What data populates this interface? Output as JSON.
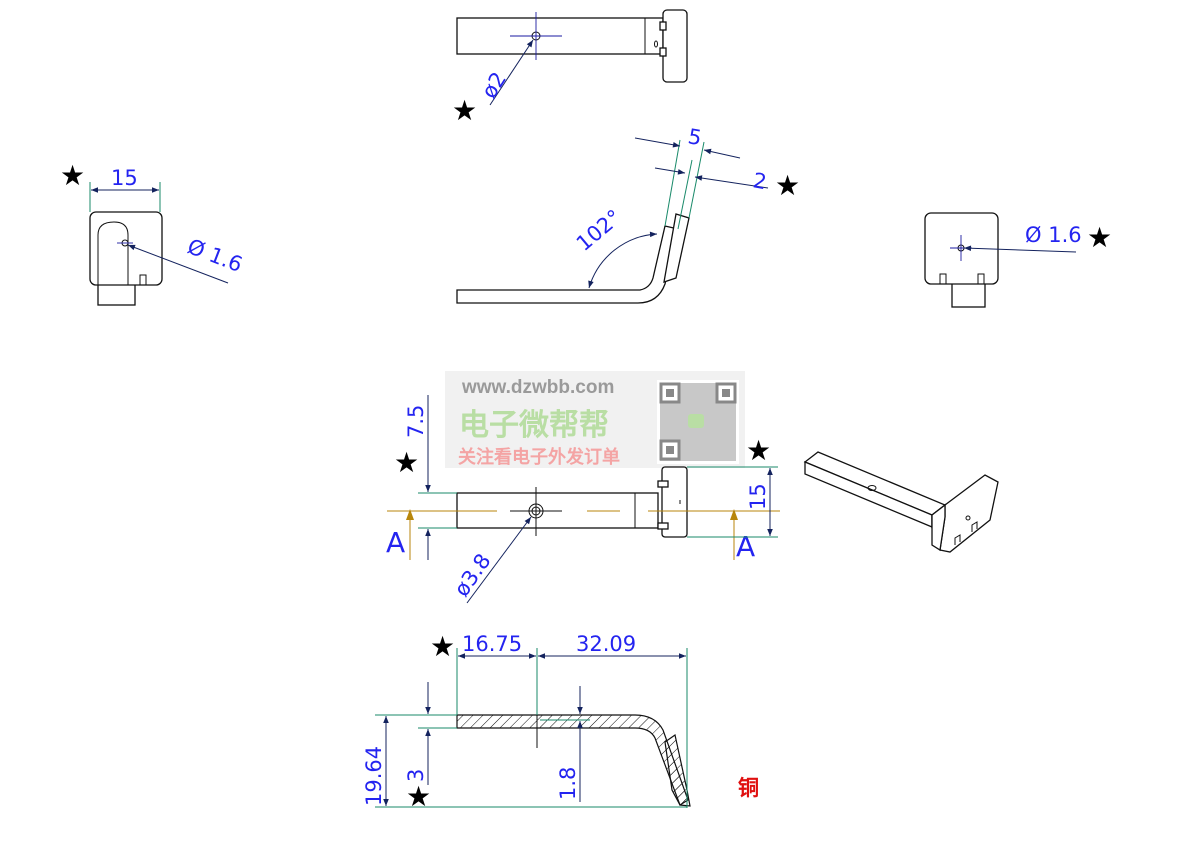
{
  "colors": {
    "dimension_text": "#2424f0",
    "dimension_line": "#14235e",
    "extension_line": "#1a8a6a",
    "centerline": "#b8860b",
    "material": "#e01010"
  },
  "top_view": {
    "hole_dim": "ø2"
  },
  "bend_view": {
    "dim_5": "5",
    "dim_2": "2",
    "angle": "102°"
  },
  "left_view": {
    "width_dim": "15",
    "hole_dim": "Ø 1.6"
  },
  "right_view": {
    "hole_dim": "Ø 1.6"
  },
  "watermark": {
    "url": "www.dzwbb.com",
    "brand": "电子微帮帮",
    "slogan": "关注看电子外发订单"
  },
  "front_view": {
    "dim_7_5": "7.5",
    "dim_15": "15",
    "hole_dim": "ø3.8",
    "section_label_left": "A",
    "section_label_right": "A"
  },
  "section_view": {
    "dim_16_75": "16.75",
    "dim_32_09": "32.09",
    "dim_19_64": "19.64",
    "dim_3": "3",
    "dim_1_8": "1.8"
  },
  "material": "铜",
  "marker_symbol": "★"
}
